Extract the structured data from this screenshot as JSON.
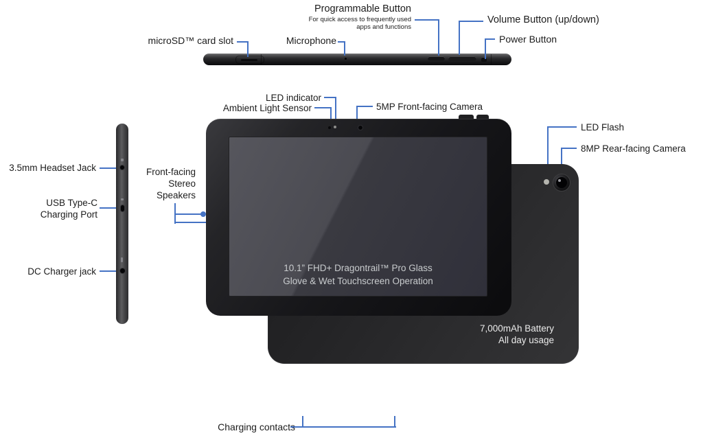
{
  "colors": {
    "accent_line": "#4472C4",
    "label_text": "#1c1c1c",
    "device_body": "#1c1c1e",
    "screen_text": "#c9ccce",
    "battery_text": "#ebebeb",
    "charging_contact_gold": "#c8a43c"
  },
  "labels": {
    "programmable_button": {
      "title": "Programmable Button",
      "subtitle_line1": "For quick access to frequently used",
      "subtitle_line2": "apps and functions"
    },
    "volume_button": "Volume Button (up/down)",
    "power_button": "Power Button",
    "microsd": "microSD™ card slot",
    "microphone": "Microphone",
    "led_indicator": "LED indicator",
    "ambient_light_sensor": "Ambient Light Sensor",
    "front_camera": "5MP Front-facing Camera",
    "led_flash": "LED Flash",
    "rear_camera": "8MP Rear-facing Camera",
    "headset_jack": "3.5mm Headset Jack",
    "speakers_line1": "Front-facing",
    "speakers_line2": "Stereo",
    "speakers_line3": "Speakers",
    "usb_line1": "USB Type-C",
    "usb_line2": "Charging Port",
    "dc_jack": "DC Charger jack",
    "charging_contacts": "Charging contacts"
  },
  "screen": {
    "line1": "10.1” FHD+ Dragontrail™ Pro Glass",
    "line2": "Glove & Wet Touchscreen Operation"
  },
  "battery": {
    "line1": "7,000mAh Battery",
    "line2": "All day usage"
  }
}
